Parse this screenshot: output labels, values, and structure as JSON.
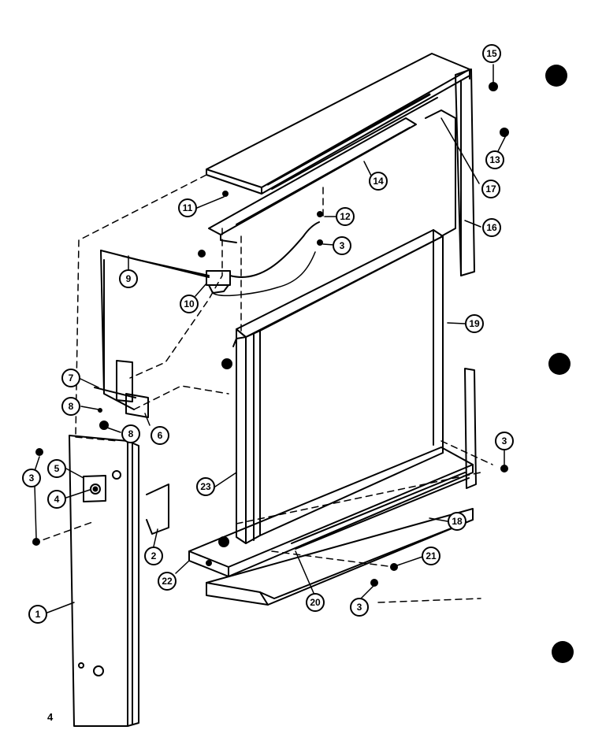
{
  "diagram": {
    "type": "exploded-parts-diagram",
    "page_number": "4",
    "callouts": [
      {
        "id": "c15",
        "label": "15"
      },
      {
        "id": "c13",
        "label": "13"
      },
      {
        "id": "c17",
        "label": "17"
      },
      {
        "id": "c14",
        "label": "14"
      },
      {
        "id": "c16",
        "label": "16"
      },
      {
        "id": "c11",
        "label": "11"
      },
      {
        "id": "c12",
        "label": "12"
      },
      {
        "id": "c3a",
        "label": "3"
      },
      {
        "id": "c9",
        "label": "9"
      },
      {
        "id": "c10",
        "label": "10"
      },
      {
        "id": "c19",
        "label": "19"
      },
      {
        "id": "c7",
        "label": "7"
      },
      {
        "id": "c8a",
        "label": "8"
      },
      {
        "id": "c6",
        "label": "6"
      },
      {
        "id": "c8b",
        "label": "8"
      },
      {
        "id": "c3b",
        "label": "3"
      },
      {
        "id": "c5",
        "label": "5"
      },
      {
        "id": "c4",
        "label": "4"
      },
      {
        "id": "c23",
        "label": "23"
      },
      {
        "id": "c3c",
        "label": "3"
      },
      {
        "id": "c2",
        "label": "2"
      },
      {
        "id": "c18",
        "label": "18"
      },
      {
        "id": "c21",
        "label": "21"
      },
      {
        "id": "c22",
        "label": "22"
      },
      {
        "id": "c20",
        "label": "20"
      },
      {
        "id": "c3d",
        "label": "3"
      },
      {
        "id": "c1",
        "label": "1"
      }
    ]
  }
}
